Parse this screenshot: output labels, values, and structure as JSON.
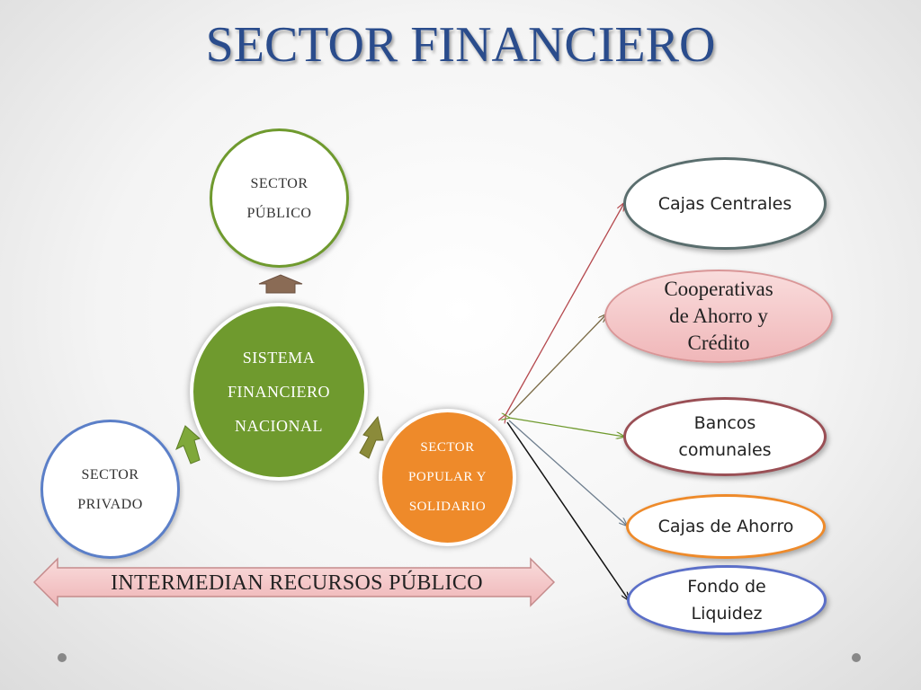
{
  "title": "SECTOR FINANCIERO",
  "center_node": {
    "line1": "SISTEMA",
    "line2": "FINANCIERO",
    "line3": "NACIONAL"
  },
  "sector_publico": {
    "line1": "SECTOR",
    "line2": "PÚBLICO"
  },
  "sector_privado": {
    "line1": "SECTOR",
    "line2": "PRIVADO"
  },
  "sector_popular": {
    "line1": "SECTOR",
    "line2": "POPULAR Y",
    "line3": "SOLIDARIO"
  },
  "entities": [
    {
      "lines": [
        "Cajas Centrales"
      ],
      "color": "#5a6e6e"
    },
    {
      "lines": [
        "Cooperativas",
        "de Ahorro y",
        "Crédito"
      ],
      "color": "#d99697"
    },
    {
      "lines": [
        "Bancos",
        "comunales"
      ],
      "color": "#9a4f55"
    },
    {
      "lines": [
        "Cajas de Ahorro"
      ],
      "color": "#ee8a2a"
    },
    {
      "lines": [
        "Fondo de",
        "Liquidez"
      ],
      "color": "#5b6fc8"
    }
  ],
  "banner": "INTERMEDIAN RECURSOS PÚBLICO",
  "colors": {
    "title": "#2a4c8c",
    "green": "#6f9a2e",
    "orange": "#ee8a2a",
    "blue": "#5b7fc8",
    "banner_fill": "#f3c2c3"
  }
}
